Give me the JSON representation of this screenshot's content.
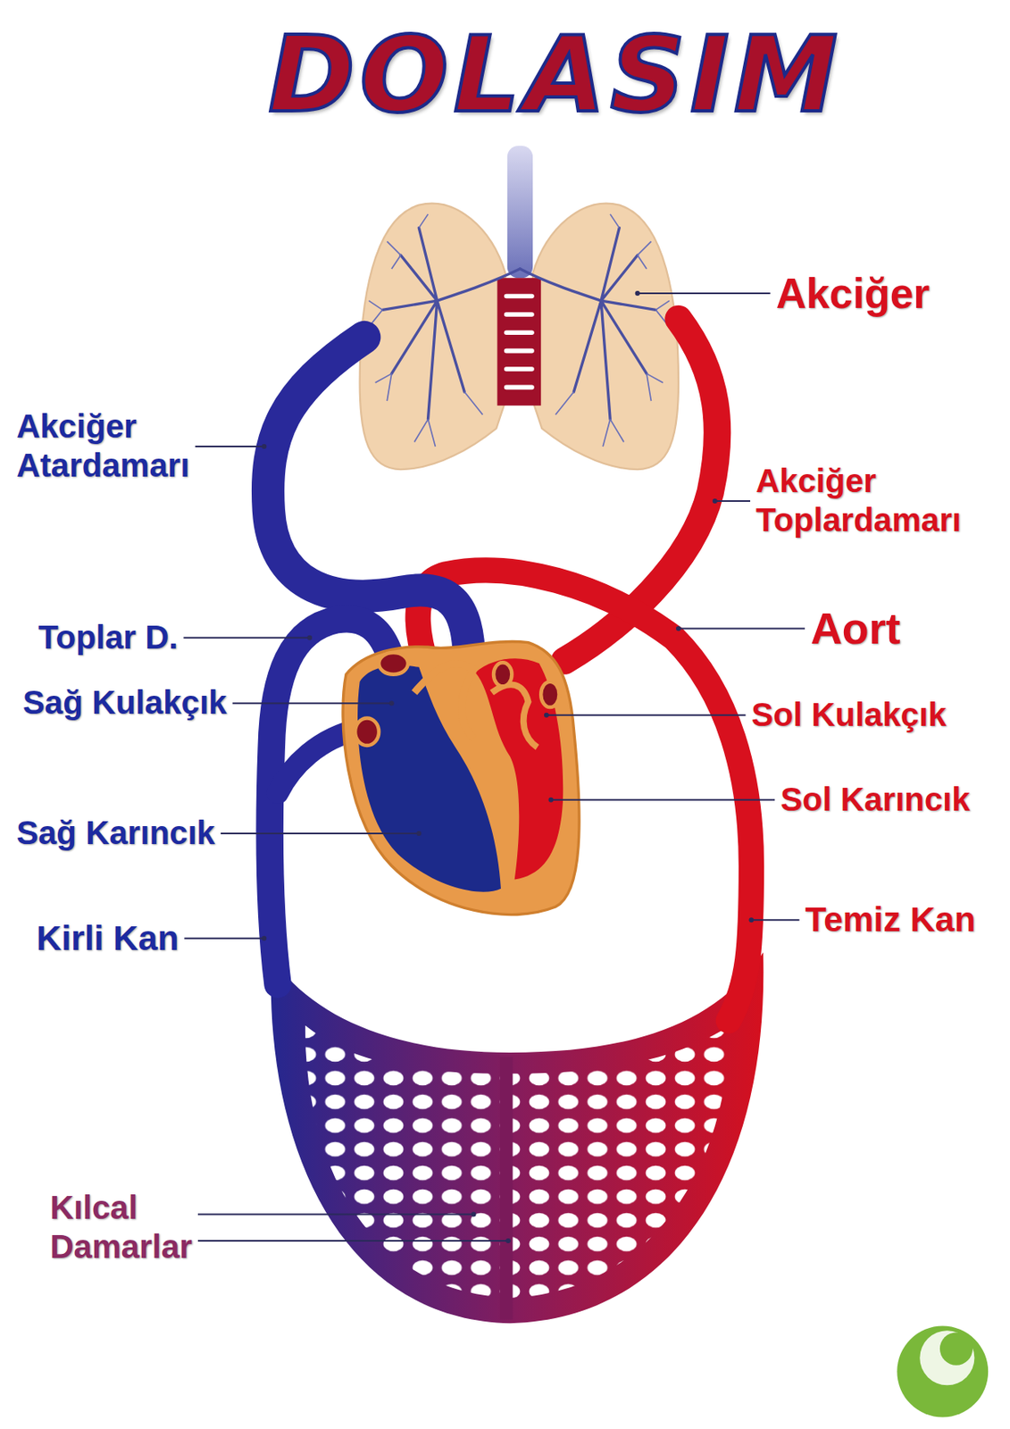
{
  "diagram": {
    "title": "DOLASIM",
    "labels": [
      "Akciğer",
      "Akciğer Atardamarı",
      "Akciğer Toplardamarı",
      "Aort",
      "Toplar D.",
      "Sağ Kulakçık",
      "Sol Kulakçık",
      "Sol Karıncık",
      "Sağ Karıncık",
      "Kirli Kan",
      "Temiz Kan",
      "Kılcal Damarlar"
    ]
  }
}
